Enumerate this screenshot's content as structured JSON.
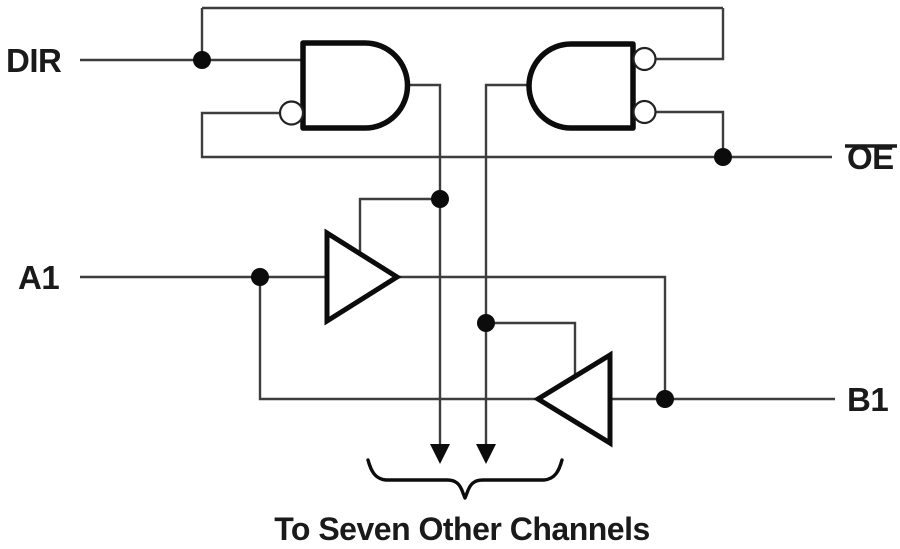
{
  "diagram": {
    "title": "Logic diagram, one channel of an octal bus transceiver",
    "background_color": "#ffffff",
    "line_color": "#3d3d3d",
    "shape_color": "#0c0c0c",
    "signals": {
      "dir": {
        "label": "DIR"
      },
      "oe": {
        "label": "OE",
        "active_low": true
      },
      "a1": {
        "label": "A1"
      },
      "b1": {
        "label": "B1"
      }
    },
    "caption": "To Seven Other Channels",
    "components": [
      {
        "name": "and-gate-left",
        "kind": "AND gate",
        "inputs": [
          "DIR",
          "OE (inverted bubble)"
        ],
        "drives": "A-to-B buffer enable"
      },
      {
        "name": "and-gate-right",
        "kind": "AND gate (mirrored)",
        "inputs": [
          "DIR (inverted bubble)",
          "OE (inverted bubble)"
        ],
        "drives": "B-to-A buffer enable"
      },
      {
        "name": "buffer-a-to-b",
        "kind": "tri-state buffer",
        "input": "A1",
        "output": "B1"
      },
      {
        "name": "buffer-b-to-a",
        "kind": "tri-state buffer",
        "input": "B1",
        "output": "A1"
      }
    ],
    "junction_dot_count": 6,
    "arrow_count": 2
  }
}
